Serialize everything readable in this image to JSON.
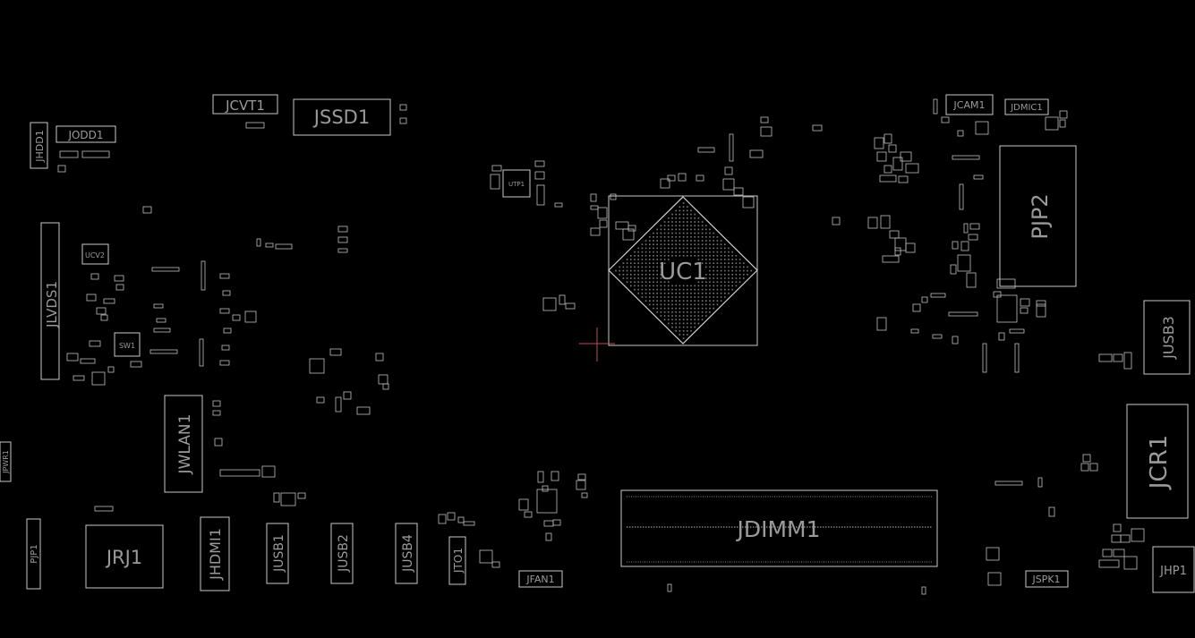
{
  "board": {
    "background": "#000000",
    "outline_color": "#c8c8c8",
    "label_color": "#9a9a9a",
    "cursor_color": "#d0606a"
  },
  "components": [
    {
      "ref": "JCVT1",
      "kind": "connector"
    },
    {
      "ref": "JSSD1",
      "kind": "connector"
    },
    {
      "ref": "JHDD1",
      "kind": "connector"
    },
    {
      "ref": "JODD1",
      "kind": "connector"
    },
    {
      "ref": "JLVDS1",
      "kind": "connector"
    },
    {
      "ref": "UCV2",
      "kind": "ic"
    },
    {
      "ref": "SW1",
      "kind": "ic"
    },
    {
      "ref": "JWLAN1",
      "kind": "connector"
    },
    {
      "ref": "JPWR1",
      "kind": "connector"
    },
    {
      "ref": "PJP1",
      "kind": "connector"
    },
    {
      "ref": "JRJ1",
      "kind": "connector"
    },
    {
      "ref": "JHDMI1",
      "kind": "connector"
    },
    {
      "ref": "JUSB1",
      "kind": "connector"
    },
    {
      "ref": "JUSB2",
      "kind": "connector"
    },
    {
      "ref": "JUSB4",
      "kind": "connector"
    },
    {
      "ref": "JTO1",
      "kind": "connector"
    },
    {
      "ref": "JFAN1",
      "kind": "connector"
    },
    {
      "ref": "UC1",
      "kind": "bga"
    },
    {
      "ref": "UTP1",
      "kind": "ic"
    },
    {
      "ref": "JDIMM1",
      "kind": "connector"
    },
    {
      "ref": "JCAM1",
      "kind": "connector"
    },
    {
      "ref": "JDMIC1",
      "kind": "connector"
    },
    {
      "ref": "PJP2",
      "kind": "connector"
    },
    {
      "ref": "JUSB3",
      "kind": "connector"
    },
    {
      "ref": "JCR1",
      "kind": "connector"
    },
    {
      "ref": "JHP1",
      "kind": "connector"
    },
    {
      "ref": "JSPK1",
      "kind": "connector"
    }
  ]
}
